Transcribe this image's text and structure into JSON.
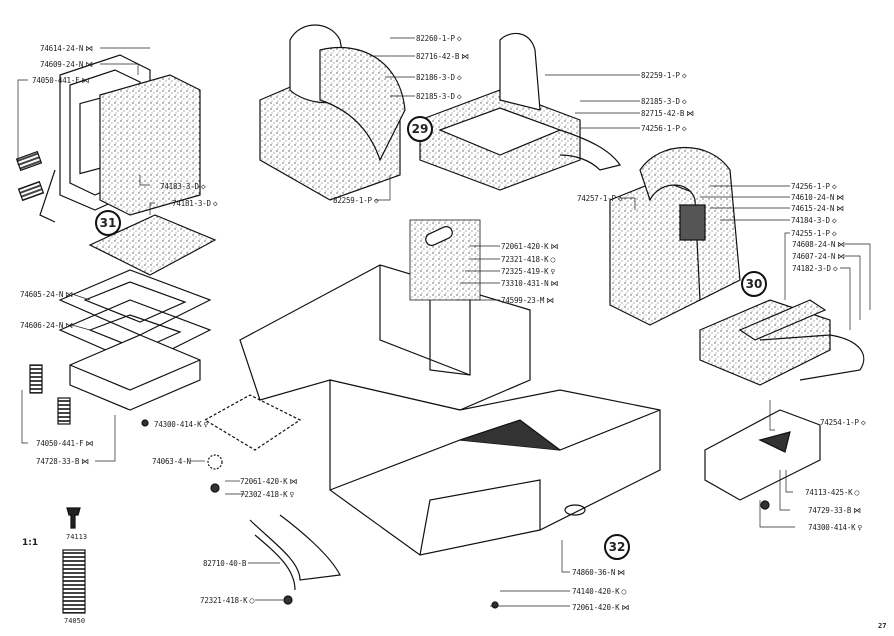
{
  "page_number": "27",
  "scale": "1:1",
  "symbols": {
    "bowtie": "⋈",
    "diamond": "◇",
    "circle": "○",
    "bulb": "♀"
  },
  "callouts": [
    "29",
    "30",
    "31",
    "32"
  ],
  "labels": {
    "l74614": {
      "code": "74614-24-N",
      "sym": "⋈"
    },
    "l74609": {
      "code": "74609-24-N",
      "sym": "⋈"
    },
    "l74050a": {
      "code": "74050-441-F",
      "sym": "⋈"
    },
    "l74183": {
      "code": "74183-3-D",
      "sym": "◇"
    },
    "l74181": {
      "code": "74181-3-D",
      "sym": "◇"
    },
    "l82260": {
      "code": "82260-1-P",
      "sym": "◇"
    },
    "l82716": {
      "code": "82716-42-B",
      "sym": "⋈"
    },
    "l82186": {
      "code": "82186-3-D",
      "sym": "◇"
    },
    "l82185a": {
      "code": "82185-3-D",
      "sym": "◇"
    },
    "l82259a": {
      "code": "82259-1-P",
      "sym": "◇"
    },
    "l82259b": {
      "code": "82259-1-P",
      "sym": "◇"
    },
    "l82185b": {
      "code": "82185-3-D",
      "sym": "◇"
    },
    "l82715": {
      "code": "82715-42-B",
      "sym": "⋈"
    },
    "l74256a": {
      "code": "74256-1-P",
      "sym": "◇"
    },
    "l74257": {
      "code": "74257-1-P",
      "sym": "◇"
    },
    "l74256b": {
      "code": "74256-1-P",
      "sym": "◇"
    },
    "l74610": {
      "code": "74610-24-N",
      "sym": "⋈"
    },
    "l74615": {
      "code": "74615-24-N",
      "sym": "⋈"
    },
    "l74184": {
      "code": "74184-3-D",
      "sym": "◇"
    },
    "l74255": {
      "code": "74255-1-P",
      "sym": "◇"
    },
    "l74608": {
      "code": "74608-24-N",
      "sym": "⋈"
    },
    "l74607": {
      "code": "74607-24-N",
      "sym": "⋈"
    },
    "l74182": {
      "code": "74182-3-D",
      "sym": "◇"
    },
    "l72061a": {
      "code": "72061-420-K",
      "sym": "⋈"
    },
    "l72321a": {
      "code": "72321-418-K",
      "sym": "○"
    },
    "l72325": {
      "code": "72325-419-K",
      "sym": "♀"
    },
    "l73310": {
      "code": "73310-431-N",
      "sym": "⋈"
    },
    "l74599": {
      "code": "74599-23-M",
      "sym": "⋈"
    },
    "l74605": {
      "code": "74605-24-N",
      "sym": "⋈"
    },
    "l74606": {
      "code": "74606-24-N",
      "sym": "⋈"
    },
    "l74300a": {
      "code": "74300-414-K",
      "sym": "♀"
    },
    "l74050b": {
      "code": "74050-441-F",
      "sym": "⋈"
    },
    "l74728": {
      "code": "74728-33-B",
      "sym": "⋈"
    },
    "l74063": {
      "code": "74063-4-N",
      "sym": ""
    },
    "l72061b": {
      "code": "72061-420-K",
      "sym": "⋈"
    },
    "l72302": {
      "code": "72302-418-K",
      "sym": "♀"
    },
    "l74254": {
      "code": "74254-1-P",
      "sym": "◇"
    },
    "l74113": {
      "code": "74113-425-K",
      "sym": "○"
    },
    "l74729": {
      "code": "74729-33-B",
      "sym": "⋈"
    },
    "l74300b": {
      "code": "74300-414-K",
      "sym": "♀"
    },
    "l82710": {
      "code": "82710-40-B",
      "sym": ""
    },
    "l72321b": {
      "code": "72321-418-K",
      "sym": "○"
    },
    "l74860": {
      "code": "74860-36-N",
      "sym": "⋈"
    },
    "l74140": {
      "code": "74140-420-K",
      "sym": "○"
    },
    "l72061c": {
      "code": "72061-420-K",
      "sym": "⋈"
    }
  },
  "samples": {
    "screw": "74113",
    "spring": "74050"
  }
}
